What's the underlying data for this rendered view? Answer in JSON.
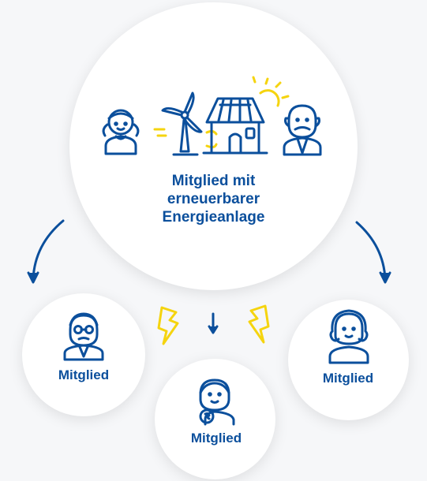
{
  "main": {
    "label_lines": [
      "Mitglied mit",
      "erneuerbarer",
      "Energieanlage"
    ]
  },
  "members": [
    {
      "label": "Mitglied",
      "icon": "man-with-glasses-icon"
    },
    {
      "label": "Mitglied",
      "icon": "woman-with-coin-icon"
    },
    {
      "label": "Mitglied",
      "icon": "woman-curly-hair-icon"
    }
  ],
  "icons": {
    "main_scene": [
      "girl-icon",
      "wind-turbine-icon",
      "house-with-solar-panel-icon",
      "sun-icon",
      "old-man-icon"
    ],
    "flow": [
      "curved-arrow-left-icon",
      "down-arrow-icon",
      "curved-arrow-right-icon",
      "lightning-left-icon",
      "lightning-right-icon"
    ]
  },
  "colors": {
    "navy": "#0b4f9c",
    "yellow": "#f5d40f",
    "background": "#f6f7f9",
    "circle": "#ffffff"
  }
}
